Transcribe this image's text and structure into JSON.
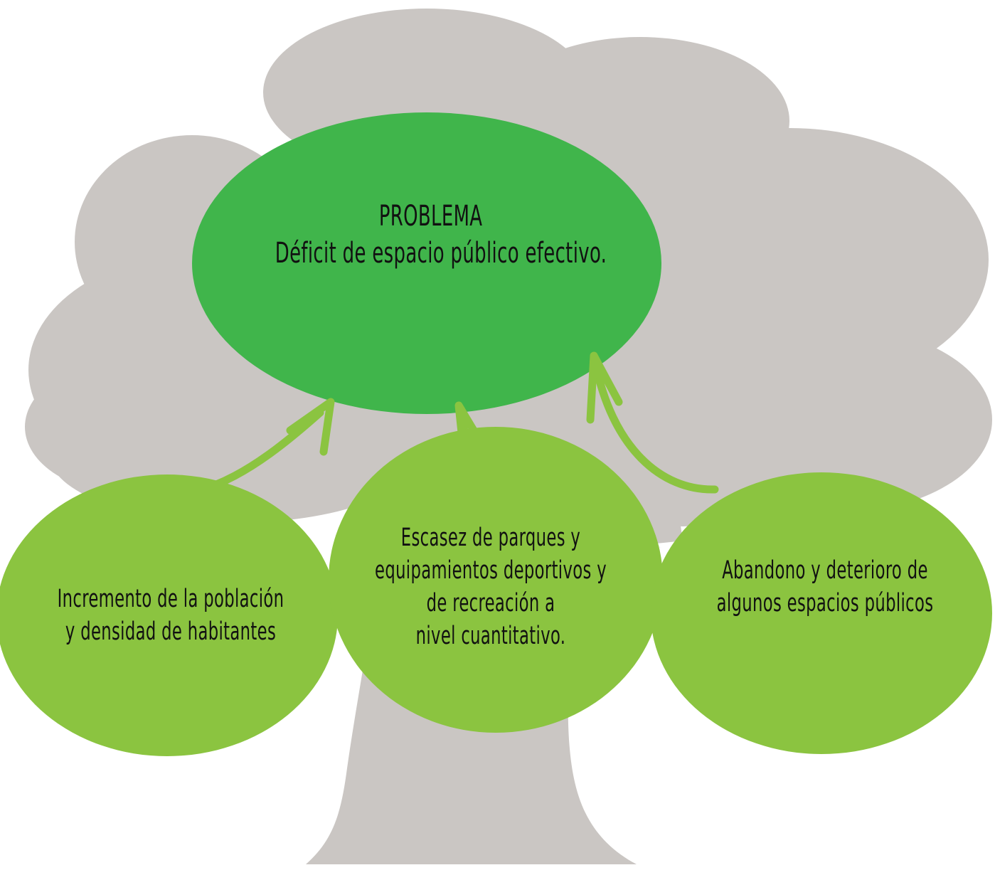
{
  "colors": {
    "tree": "#cac6c3",
    "problem_fill": "#40b54b",
    "cause_fill": "#8bc440",
    "arrow": "#8bc440",
    "text": "#111111"
  },
  "problem": {
    "heading": "PROBLEMA",
    "statement": "Déficit de espacio público efectivo."
  },
  "causes": [
    {
      "lines": [
        "Incremento de la población",
        "y densidad de habitantes"
      ]
    },
    {
      "lines": [
        "Escasez de parques y",
        "equipamientos deportivos y",
        "de recreación a",
        "nivel cuantitativo."
      ]
    },
    {
      "lines": [
        "Abandono y deterioro de",
        "algunos espacios públicos"
      ]
    }
  ]
}
